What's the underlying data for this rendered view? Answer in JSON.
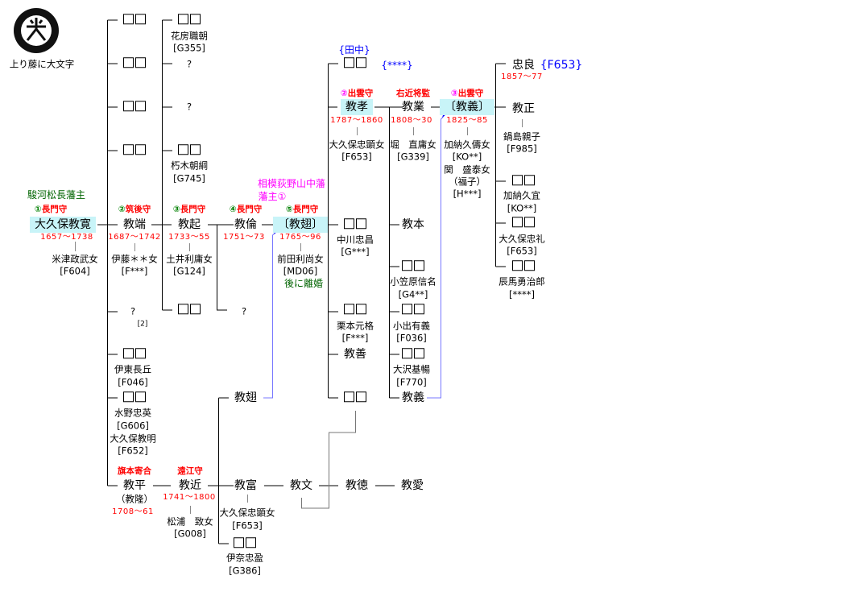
{
  "crest": {
    "caption": "上り藤に大文字"
  },
  "colors": {
    "date": "#ff0000",
    "office": "#ff0000",
    "number": "#008000",
    "domain": "#006400",
    "note": "#0000ff",
    "highlight": "#c8f4f8",
    "link": "#7777ff"
  },
  "unknown_name": "□□",
  "labels": [
    {
      "kind": "green",
      "text": "駿河松長藩主"
    },
    {
      "kind": "office",
      "num": "①",
      "text": "長門守"
    },
    {
      "kind": "name",
      "text": "大久保教寛",
      "hl": true
    },
    {
      "kind": "date",
      "text": "1657〜1738"
    },
    {
      "kind": "text",
      "text": "米津政武女"
    },
    {
      "kind": "text",
      "text": "[F604]"
    },
    {
      "kind": "box"
    },
    {
      "kind": "box"
    },
    {
      "kind": "box"
    },
    {
      "kind": "box"
    },
    {
      "kind": "box"
    },
    {
      "kind": "text",
      "text": "花房職朝"
    },
    {
      "kind": "text",
      "text": "[G355]"
    },
    {
      "kind": "text",
      "text": "?"
    },
    {
      "kind": "text",
      "text": "?"
    },
    {
      "kind": "box"
    },
    {
      "kind": "text",
      "text": "朽木朝綱"
    },
    {
      "kind": "text",
      "text": "[G745]"
    },
    {
      "kind": "office",
      "num": "②",
      "text": "筑後守"
    },
    {
      "kind": "name",
      "text": "教端"
    },
    {
      "kind": "date",
      "text": "1687〜1742"
    },
    {
      "kind": "text",
      "text": "伊藤＊＊女"
    },
    {
      "kind": "text",
      "text": "[F***]"
    },
    {
      "kind": "office",
      "num": "③",
      "text": "長門守"
    },
    {
      "kind": "name",
      "text": "教起"
    },
    {
      "kind": "date",
      "text": "1733〜55"
    },
    {
      "kind": "text",
      "text": "土井利庸女"
    },
    {
      "kind": "text",
      "text": "[G124]"
    },
    {
      "kind": "office",
      "num": "④",
      "text": "長門守"
    },
    {
      "kind": "name",
      "text": "教倫"
    },
    {
      "kind": "date",
      "text": "1751〜73"
    },
    {
      "kind": "magenta",
      "text": "相模荻野山中藩"
    },
    {
      "kind": "magenta",
      "text": "藩主①"
    },
    {
      "kind": "office",
      "num": "⑤",
      "text": "長門守"
    },
    {
      "kind": "name",
      "text": "〔教翅〕",
      "hl": true
    },
    {
      "kind": "date",
      "text": "1765〜96"
    },
    {
      "kind": "text",
      "text": "前田利尚女"
    },
    {
      "kind": "text",
      "text": "[MD06]"
    },
    {
      "kind": "green",
      "text": "後に離婚"
    },
    {
      "kind": "box"
    },
    {
      "kind": "text",
      "text": "中川忠昌"
    },
    {
      "kind": "text",
      "text": "[G***]"
    },
    {
      "kind": "blue",
      "text": "{田中}"
    },
    {
      "kind": "box"
    },
    {
      "kind": "blue",
      "text": "{****}"
    },
    {
      "kind": "office",
      "num": "②",
      "text": "出雲守",
      "mg": true
    },
    {
      "kind": "name",
      "text": "教孝",
      "hl": true
    },
    {
      "kind": "date",
      "text": "1787〜1860"
    },
    {
      "kind": "text",
      "text": "大久保忠顕女"
    },
    {
      "kind": "text",
      "text": "[F653]"
    },
    {
      "kind": "office",
      "num": "",
      "text": "右近将監"
    },
    {
      "kind": "name",
      "text": "教業"
    },
    {
      "kind": "date",
      "text": "1808〜30"
    },
    {
      "kind": "text",
      "text": "堀　直庸女"
    },
    {
      "kind": "text",
      "text": "[G339]"
    },
    {
      "kind": "office",
      "num": "③",
      "text": "出雲守",
      "mg": true
    },
    {
      "kind": "name",
      "text": "〔教義〕",
      "hl": true
    },
    {
      "kind": "date",
      "text": "1825〜85"
    },
    {
      "kind": "text",
      "text": "加納久儔女"
    },
    {
      "kind": "text",
      "text": "[KO**]"
    },
    {
      "kind": "text",
      "text": "関　盛泰女"
    },
    {
      "kind": "text",
      "text": "（福子）"
    },
    {
      "kind": "text",
      "text": "[H***]"
    },
    {
      "kind": "name",
      "text": "忠良"
    },
    {
      "kind": "blue14",
      "text": "{F653}"
    },
    {
      "kind": "date",
      "text": "1857〜77"
    },
    {
      "kind": "name",
      "text": "教正"
    },
    {
      "kind": "text",
      "text": "鍋島親子"
    },
    {
      "kind": "text",
      "text": "[F985]"
    },
    {
      "kind": "box"
    },
    {
      "kind": "text",
      "text": "加納久宜"
    },
    {
      "kind": "text",
      "text": "[KO**]"
    },
    {
      "kind": "box"
    },
    {
      "kind": "text",
      "text": "大久保忠礼"
    },
    {
      "kind": "text",
      "text": "[F653]"
    },
    {
      "kind": "box"
    },
    {
      "kind": "text",
      "text": "辰馬勇治郎"
    },
    {
      "kind": "text",
      "text": "[****]"
    },
    {
      "kind": "name",
      "text": "教本"
    },
    {
      "kind": "box"
    },
    {
      "kind": "text",
      "text": "小笠原信名"
    },
    {
      "kind": "text",
      "text": "[G4**]"
    },
    {
      "kind": "box"
    },
    {
      "kind": "text",
      "text": "小出有義"
    },
    {
      "kind": "text",
      "text": "[F036]"
    },
    {
      "kind": "box"
    },
    {
      "kind": "text",
      "text": "大沢基暢"
    },
    {
      "kind": "text",
      "text": "[F770]"
    },
    {
      "kind": "name",
      "text": "教義"
    },
    {
      "kind": "box"
    },
    {
      "kind": "text",
      "text": "栗本元格"
    },
    {
      "kind": "text",
      "text": "[F***]"
    },
    {
      "kind": "name",
      "text": "教善"
    },
    {
      "kind": "box"
    },
    {
      "kind": "text",
      "text": "?"
    },
    {
      "kind": "tiny",
      "text": "[2]"
    },
    {
      "kind": "box"
    },
    {
      "kind": "text",
      "text": "?"
    },
    {
      "kind": "box"
    },
    {
      "kind": "text",
      "text": "伊東長丘"
    },
    {
      "kind": "text",
      "text": "[F046]"
    },
    {
      "kind": "box"
    },
    {
      "kind": "text",
      "text": "水野忠英"
    },
    {
      "kind": "text",
      "text": "[G606]"
    },
    {
      "kind": "text",
      "text": "大久保教明"
    },
    {
      "kind": "text",
      "text": "[F652]"
    },
    {
      "kind": "office",
      "num": "",
      "text": "旗本寄合"
    },
    {
      "kind": "name",
      "text": "教平"
    },
    {
      "kind": "text",
      "text": "（教隆）"
    },
    {
      "kind": "date",
      "text": "1708〜61"
    },
    {
      "kind": "office",
      "num": "",
      "text": "遠江守"
    },
    {
      "kind": "name",
      "text": "教近"
    },
    {
      "kind": "date",
      "text": "1741〜1800"
    },
    {
      "kind": "text",
      "text": "松浦　致女"
    },
    {
      "kind": "text",
      "text": "[G008]"
    },
    {
      "kind": "name",
      "text": "教翅"
    },
    {
      "kind": "name",
      "text": "教富"
    },
    {
      "kind": "text",
      "text": "大久保忠顕女"
    },
    {
      "kind": "text",
      "text": "[F653]"
    },
    {
      "kind": "box"
    },
    {
      "kind": "text",
      "text": "伊奈忠盈"
    },
    {
      "kind": "text",
      "text": "[G386]"
    },
    {
      "kind": "name",
      "text": "教文"
    },
    {
      "kind": "name",
      "text": "教徳"
    },
    {
      "kind": "name",
      "text": "教愛"
    }
  ]
}
